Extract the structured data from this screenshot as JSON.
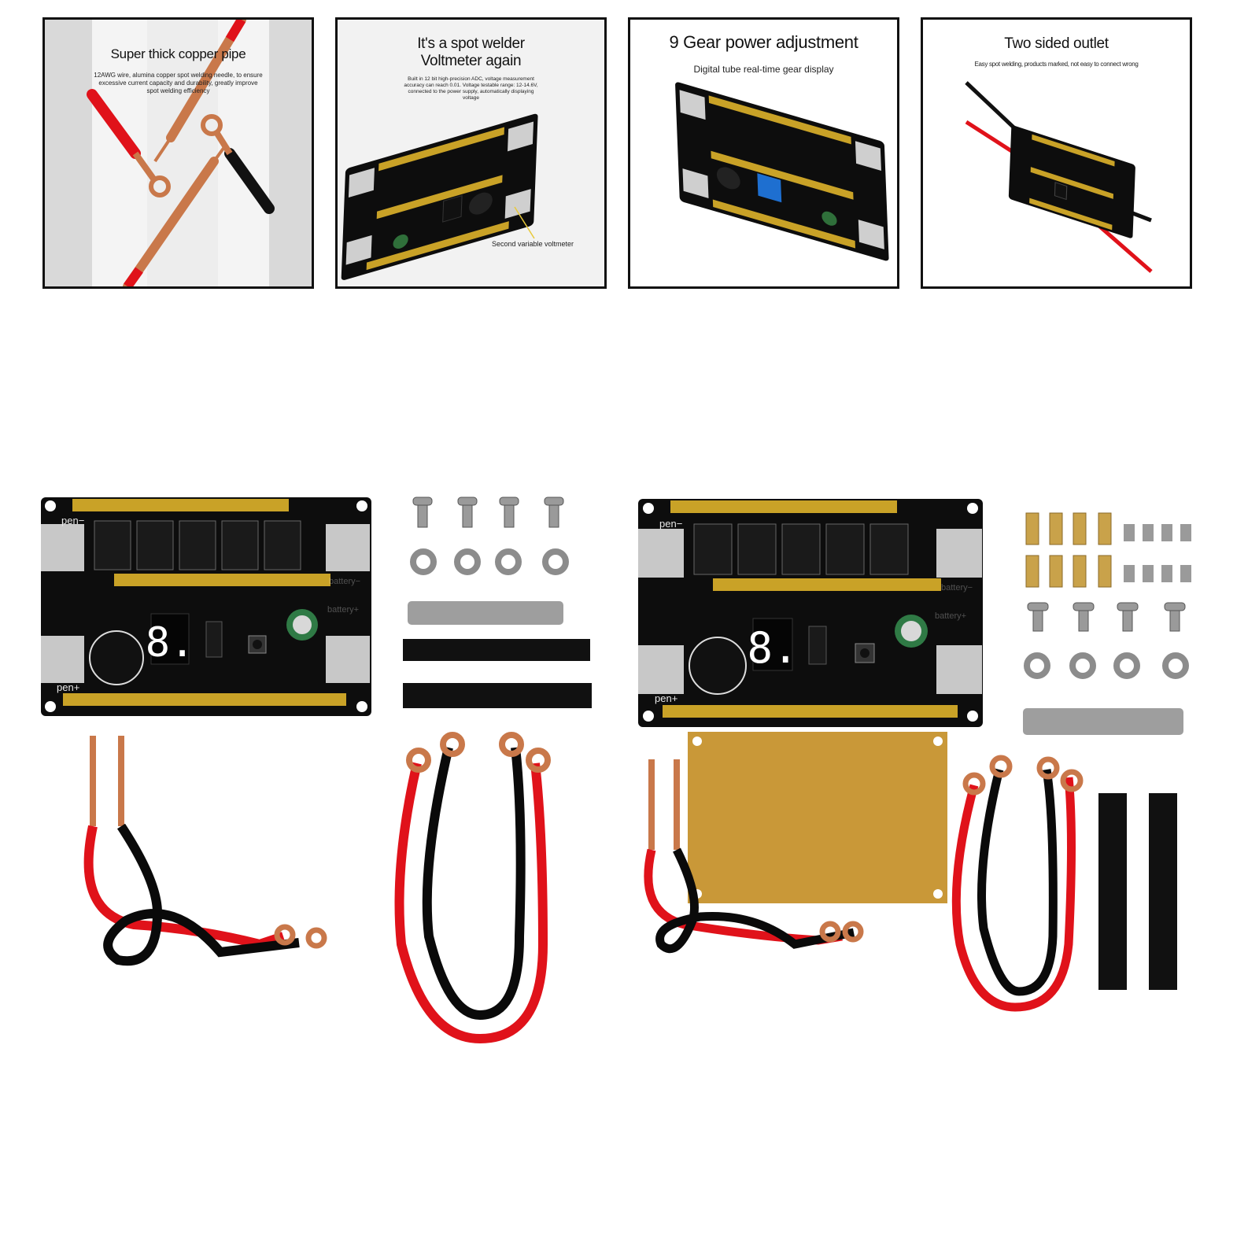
{
  "panels": [
    {
      "title": "Super thick copper pipe",
      "description": "12AWG wire, alumina copper spot welding needle, to ensure excessive current capacity and durability, greatly improve spot welding efficiency"
    },
    {
      "title_line1": "It's a spot welder",
      "title_line2": "Voltmeter again",
      "description": "Built in 12 bit high-precision ADC, voltage measurement accuracy can reach 0.01. Voltage testable range: 12-14.6V, connected to the power supply, automatically displaying voltage",
      "callout": "Second variable voltmeter"
    },
    {
      "title": "9 Gear power adjustment",
      "description": "Digital tube real-time gear display"
    },
    {
      "title": "Two sided outlet",
      "description": "Easy spot welding, products marked, not easy to connect wrong"
    }
  ],
  "board": {
    "pen_minus": "pen−",
    "pen_plus": "pen+",
    "battery_minus": "battery−",
    "battery_plus": "battery+",
    "digit": "8."
  },
  "colors": {
    "pcb": "#0d0d0d",
    "gold_bar": "#c9a227",
    "copper": "#c9784a",
    "wire_red": "#e0121a",
    "wire_black": "#0a0a0a",
    "insulation_plate": "#c99838",
    "digit_red": "#ff2a2a"
  }
}
